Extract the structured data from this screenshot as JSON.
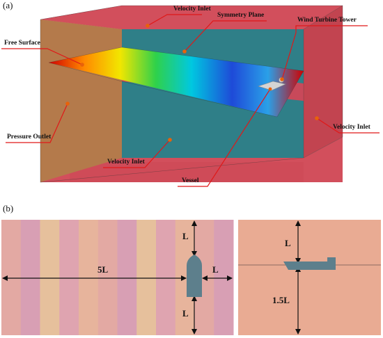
{
  "panel_a": {
    "label": "(a)",
    "callouts": {
      "velocity_inlet_top": "Velocity Inlet",
      "symmetry_plane": "Symmetry Plane",
      "wind_turbine_tower": "Wind Turbine Tower",
      "free_surface": "Free Surface",
      "pressure_outlet": "Pressure Outlet",
      "velocity_inlet_right": "Velocity Inlet",
      "velocity_inlet_bottom": "Velocity Inlet",
      "vessel": "Vessel"
    }
  },
  "panel_b": {
    "label": "(b)",
    "left_dims": {
      "top": "L",
      "length": "5L",
      "right": "L",
      "bottom": "L"
    },
    "right_dims": {
      "top": "L",
      "bottom": "1.5L"
    }
  },
  "colors": {
    "domain_red": "#d24f5c",
    "domain_red_dark": "#c2424f",
    "outlet_brown": "#b47a4b",
    "symmetry_teal": "#2f7f88",
    "marker_orange": "#e8620a",
    "callout_line": "#e01818",
    "side_bg": "#e9ab93",
    "vessel_gray": "#5d7f8c"
  }
}
